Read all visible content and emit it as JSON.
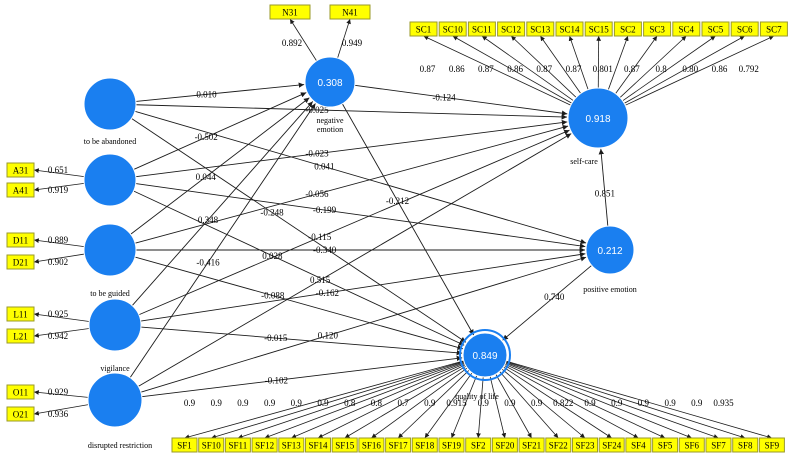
{
  "constructs": {
    "to_be_abandoned": {
      "label": "to be abandoned",
      "value": ""
    },
    "a_construct": {
      "label": "",
      "value": ""
    },
    "to_be_guided": {
      "label": "to be guided",
      "value": ""
    },
    "vigilance": {
      "label": "vigilance",
      "value": ""
    },
    "disrupted_restriction": {
      "label": "disrupted restriction",
      "value": ""
    },
    "negative_emotion": {
      "label": "negative emotion",
      "value": "0.308"
    },
    "self_care": {
      "label": "self-care",
      "value": "0.918"
    },
    "positive_emotion": {
      "label": "positive emotion",
      "value": "0.212"
    },
    "quality_of_life": {
      "label": "quality of life",
      "value": "0.849"
    }
  },
  "indicators": {
    "negative_emotion": [
      {
        "name": "N31",
        "loading": "0.892"
      },
      {
        "name": "N41",
        "loading": "0.949"
      }
    ],
    "a_construct": [
      {
        "name": "A31",
        "loading": "0.651"
      },
      {
        "name": "A41",
        "loading": "0.919"
      }
    ],
    "to_be_guided": [
      {
        "name": "D11",
        "loading": "0.889"
      },
      {
        "name": "D21",
        "loading": "0.902"
      }
    ],
    "vigilance": [
      {
        "name": "L11",
        "loading": "0.925"
      },
      {
        "name": "L21",
        "loading": "0.942"
      }
    ],
    "disrupted_restriction": [
      {
        "name": "O11",
        "loading": "0.929"
      },
      {
        "name": "O21",
        "loading": "0.936"
      }
    ],
    "self_care": [
      {
        "name": "SC1",
        "loading": "0.87"
      },
      {
        "name": "SC10",
        "loading": "0.86"
      },
      {
        "name": "SC11",
        "loading": "0.87"
      },
      {
        "name": "SC12",
        "loading": "0.86"
      },
      {
        "name": "SC13",
        "loading": "0.87"
      },
      {
        "name": "SC14",
        "loading": "0.87"
      },
      {
        "name": "SC15",
        "loading": "0.801"
      },
      {
        "name": "SC2",
        "loading": "0.87"
      },
      {
        "name": "SC3",
        "loading": "0.8"
      },
      {
        "name": "SC4",
        "loading": "0.80"
      },
      {
        "name": "SC5",
        "loading": "0.86"
      },
      {
        "name": "SC6",
        "loading": "0.792"
      },
      {
        "name": "SC7",
        "loading": ""
      }
    ],
    "quality_of_life": [
      {
        "name": "SF1",
        "loading": "0.9"
      },
      {
        "name": "SF10",
        "loading": "0.9"
      },
      {
        "name": "SF11",
        "loading": "0.9"
      },
      {
        "name": "SF12",
        "loading": "0.9"
      },
      {
        "name": "SF13",
        "loading": "0.9"
      },
      {
        "name": "SF14",
        "loading": "0.9"
      },
      {
        "name": "SF15",
        "loading": "0.8"
      },
      {
        "name": "SF16",
        "loading": "0.8"
      },
      {
        "name": "SF17",
        "loading": "0.7"
      },
      {
        "name": "SF18",
        "loading": "0.9"
      },
      {
        "name": "SF19",
        "loading": "0.915"
      },
      {
        "name": "SF2",
        "loading": "0.9"
      },
      {
        "name": "SF20",
        "loading": "0.9"
      },
      {
        "name": "SF21",
        "loading": "0.9"
      },
      {
        "name": "SF22",
        "loading": "0.822"
      },
      {
        "name": "SF23",
        "loading": "0.9"
      },
      {
        "name": "SF24",
        "loading": "0.9"
      },
      {
        "name": "SF4",
        "loading": "0.9"
      },
      {
        "name": "SF5",
        "loading": "0.9"
      },
      {
        "name": "SF6",
        "loading": "0.9"
      },
      {
        "name": "SF7",
        "loading": "0.935"
      },
      {
        "name": "SF8",
        "loading": ""
      },
      {
        "name": "SF9",
        "loading": ""
      }
    ]
  },
  "paths": [
    {
      "from": "to_be_abandoned",
      "to": "negative_emotion",
      "coef": "0.010"
    },
    {
      "from": "to_be_abandoned",
      "to": "self_care",
      "coef": "-0.025"
    },
    {
      "from": "to_be_abandoned",
      "to": "positive_emotion",
      "coef": "0.041"
    },
    {
      "from": "to_be_abandoned",
      "to": "quality_of_life",
      "coef": "-0.248"
    },
    {
      "from": "a_construct",
      "to": "negative_emotion",
      "coef": "-0.502"
    },
    {
      "from": "a_construct",
      "to": "self_care",
      "coef": "-0.023"
    },
    {
      "from": "a_construct",
      "to": "positive_emotion",
      "coef": "-0.199"
    },
    {
      "from": "a_construct",
      "to": "quality_of_life",
      "coef": "0.028"
    },
    {
      "from": "to_be_guided",
      "to": "negative_emotion",
      "coef": "0.044"
    },
    {
      "from": "to_be_guided",
      "to": "self_care",
      "coef": "-0.056"
    },
    {
      "from": "to_be_guided",
      "to": "positive_emotion",
      "coef": "-0.340"
    },
    {
      "from": "to_be_guided",
      "to": "quality_of_life",
      "coef": "-0.088"
    },
    {
      "from": "vigilance",
      "to": "negative_emotion",
      "coef": "0.348"
    },
    {
      "from": "vigilance",
      "to": "self_care",
      "coef": "-0.115"
    },
    {
      "from": "vigilance",
      "to": "positive_emotion",
      "coef": "-0.162"
    },
    {
      "from": "vigilance",
      "to": "quality_of_life",
      "coef": "-0.015"
    },
    {
      "from": "disrupted_restriction",
      "to": "negative_emotion",
      "coef": "-0.416"
    },
    {
      "from": "disrupted_restriction",
      "to": "self_care",
      "coef": "0.515"
    },
    {
      "from": "disrupted_restriction",
      "to": "positive_emotion",
      "coef": "0.120"
    },
    {
      "from": "disrupted_restriction",
      "to": "quality_of_life",
      "coef": "-0.102"
    },
    {
      "from": "negative_emotion",
      "to": "self_care",
      "coef": "-0.124"
    },
    {
      "from": "negative_emotion",
      "to": "quality_of_life",
      "coef": "-0.212"
    },
    {
      "from": "positive_emotion",
      "to": "self_care",
      "coef": "0.851"
    },
    {
      "from": "positive_emotion",
      "to": "quality_of_life",
      "coef": "0.740"
    }
  ],
  "colors": {
    "construct_fill": "#1a7ff0",
    "indicator_fill": "#ffff00",
    "line": "#1c1c1c"
  }
}
